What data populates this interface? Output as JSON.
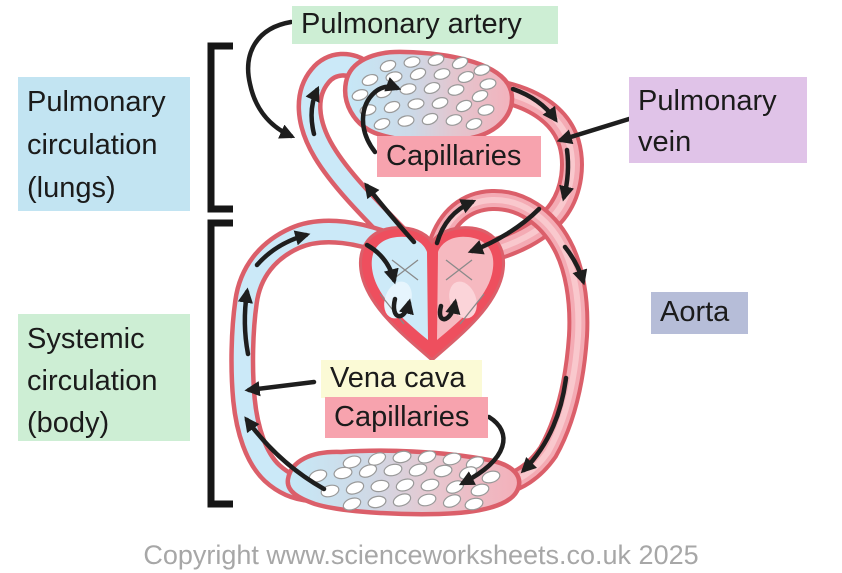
{
  "labels": {
    "pulmonary_artery": "Pulmonary artery",
    "pulmonary_circulation": {
      "lines": [
        "Pulmonary",
        "circulation",
        "(lungs)"
      ]
    },
    "capillaries_top": "Capillaries",
    "pulmonary_vein": {
      "lines": [
        "Pulmonary",
        "vein"
      ]
    },
    "aorta": "Aorta",
    "vena_cava": "Vena cava",
    "capillaries_bottom": "Capillaries",
    "systemic_circulation": {
      "lines": [
        "Systemic",
        "circulation",
        "(body)"
      ]
    }
  },
  "footer": {
    "copyright": "Copyright www.scienceworksheets.co.uk 2025"
  },
  "colors": {
    "canvas": "#ffffff",
    "ink": "#1b1b1b",
    "copyright-gray": "#a7a7a7",
    "label-green": "#cdeed4",
    "label-blue": "#c2e4f2",
    "label-pink": "#f7a3ae",
    "label-purple": "#e0c3e8",
    "label-periwinkle": "#b6bdd8",
    "label-yellow": "#fbfad6",
    "vessel-red": "#db5f6a",
    "blood-blue": "#cbe9f8",
    "blood-pink": "#f4abb4",
    "blood-pink-light": "#f9c8cd",
    "heart-red": "#ee4f5e",
    "heart-blue": "#cdeaf8",
    "heart-pink": "#f6b9c0",
    "oval-stroke": "#999999",
    "arrow-black": "#1e1e1e"
  }
}
